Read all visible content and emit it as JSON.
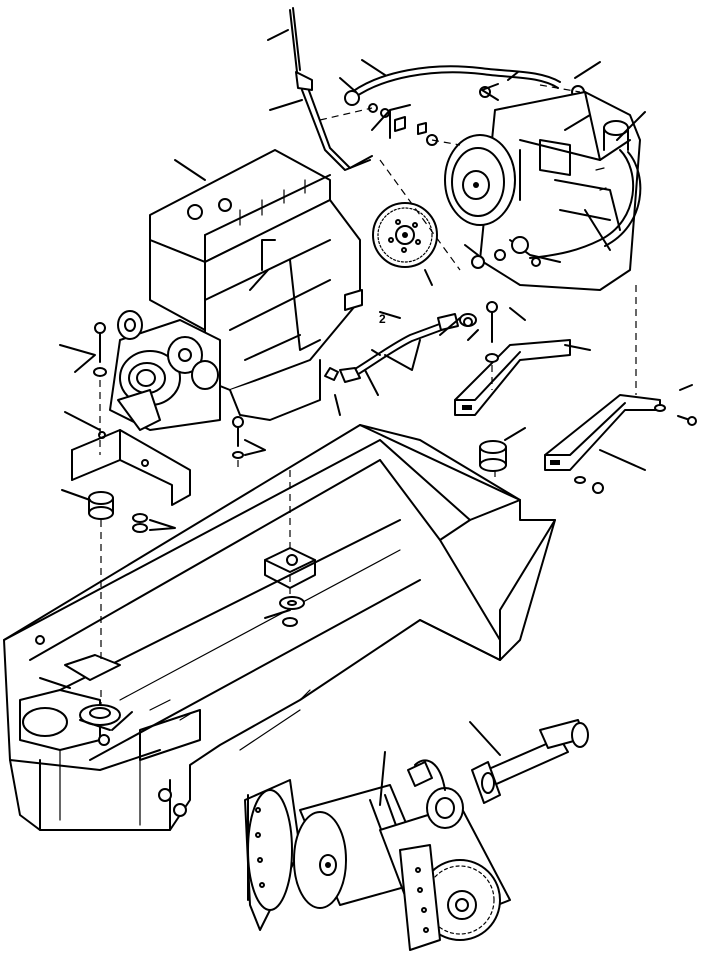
{
  "diagram": {
    "type": "exploded-parts-view",
    "components": [
      "dipstick",
      "dipstick-tube",
      "engine",
      "hose",
      "pump",
      "flywheel",
      "cable-clamp",
      "fuel-line",
      "front-mount-bracket",
      "rubber-isolator",
      "rear-mount-bracket",
      "mainframe",
      "drive-shaft",
      "transmission"
    ],
    "marks": [
      "2"
    ]
  }
}
